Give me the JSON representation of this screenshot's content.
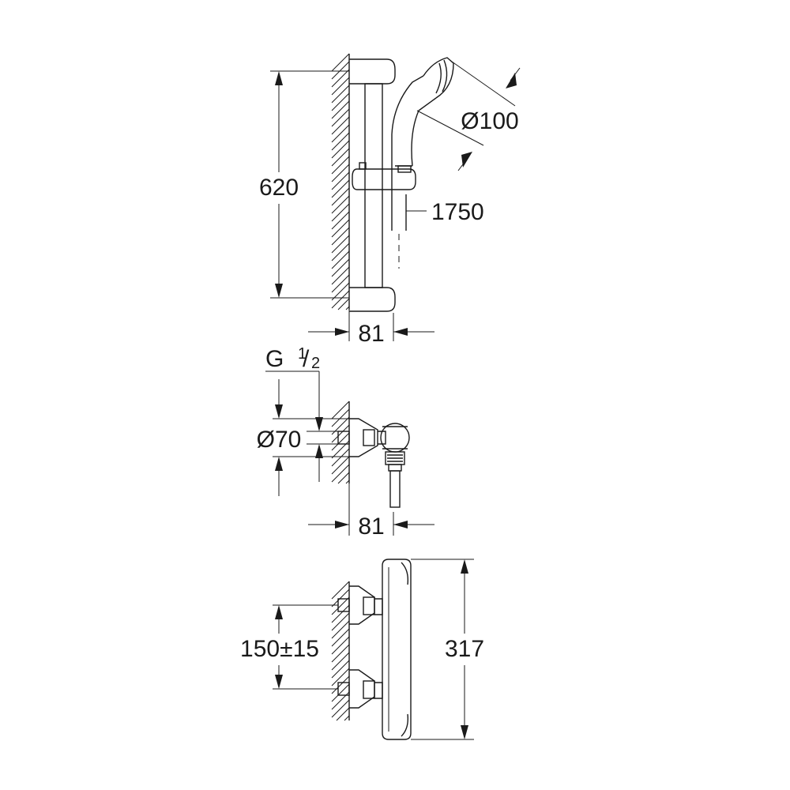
{
  "dimensions": {
    "rail_height": "620",
    "handshower_diameter": "Ø100",
    "hose_length": "1750",
    "rail_projection": "81",
    "thread_main": "G",
    "thread_num": "1",
    "thread_slash": "/",
    "thread_den": "2",
    "flange_diameter": "Ø70",
    "connector_projection": "81",
    "inlet_spacing": "150±15",
    "thermostat_length": "317"
  },
  "colors": {
    "line": "#1a1a1a",
    "background": "#ffffff"
  }
}
